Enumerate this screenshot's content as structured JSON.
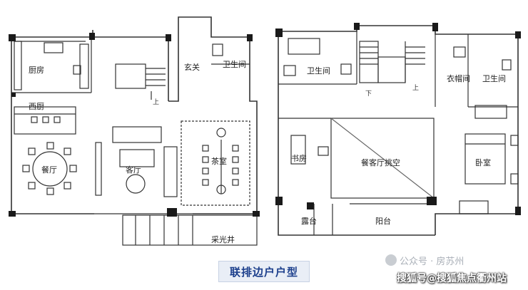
{
  "plans": {
    "left": {
      "rooms": {
        "kitchen": "厨房",
        "west_kitchen": "西厨",
        "dining": "餐厅",
        "living": "客厅",
        "foyer": "玄关",
        "bathroom": "卫生间",
        "tea_room": "茶室",
        "light_well": "采光井"
      },
      "stair_up": "上"
    },
    "right": {
      "rooms": {
        "bathroom_a": "卫生间",
        "cloakroom": "衣帽间",
        "bathroom_b": "卫生间",
        "study": "书房",
        "void": "餐客厅挑空",
        "bedroom": "卧室",
        "terrace": "露台",
        "balcony": "阳台"
      },
      "stair_down": "下",
      "stair_up": "上"
    }
  },
  "caption": "联排边户户型",
  "watermarks": {
    "wechat": "公众号 · 房苏州",
    "sohu": "搜狐号@搜狐焦点衢州站"
  }
}
